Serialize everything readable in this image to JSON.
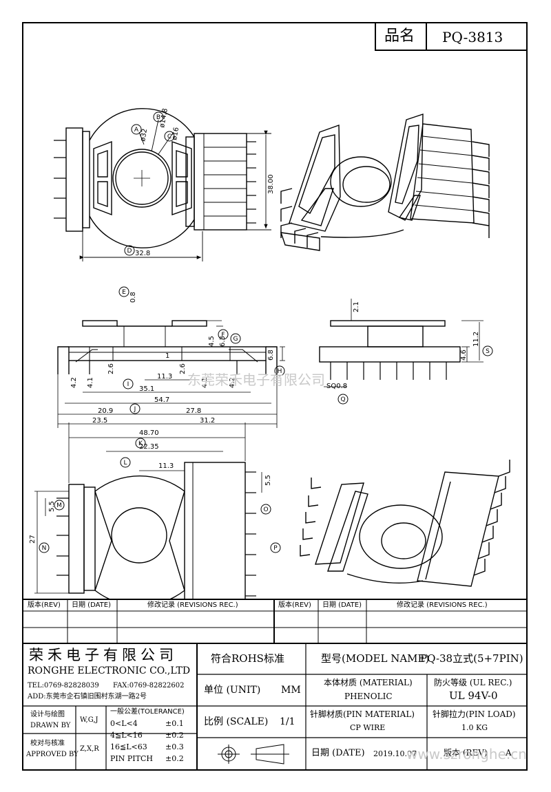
{
  "header": {
    "name_label": "品名",
    "part_number": "PQ-3813"
  },
  "callouts": {
    "A": "A",
    "B": "B",
    "C": "C",
    "D": "D",
    "E": "E",
    "F": "F",
    "G": "G",
    "H": "H",
    "I": "I",
    "J": "J",
    "K": "K",
    "L": "L",
    "M": "M",
    "N": "N",
    "O": "O",
    "P": "P",
    "Q": "Q",
    "S": "S"
  },
  "dims": {
    "phi32": "ø32",
    "phi14_8": "ø14.8",
    "phi16": "ø16",
    "w32_8": "32.8",
    "h38": "38.00",
    "d0_8": "0.8",
    "d4_5": "4.5",
    "d6_3": "6.3",
    "d2_6a": "2.6",
    "d2_6b": "2.6",
    "d1": "1",
    "d11_3a": "11.3",
    "d4_2a": "4.2",
    "d4_1a": "4.1",
    "d4_1b": "4.1",
    "d4_2b": "4.2",
    "d6_8": "6.8",
    "d35_1": "35.1",
    "d54_7": "54.7",
    "d20_9": "20.9",
    "d27_8": "27.8",
    "d23_5": "23.5",
    "d31_2": "31.2",
    "d2_1": "2.1",
    "d11_2": "11.2",
    "d4_6": "4.6",
    "sq0_8": "SQ0.8",
    "d48_70": "48.70",
    "d22_35": "22.35",
    "d11_3b": "11.3",
    "d5_5a": "5.5",
    "d5_5b": "5.5",
    "d27": "27"
  },
  "watermark": {
    "center": "东莞荣禾电子有限公司",
    "url": "www.szronghe.cn"
  },
  "revisions": {
    "col_rev": "版本(REV)",
    "col_date": "日期 (DATE)",
    "col_rec": "修改记录 (REVISIONS REC.)"
  },
  "company": {
    "cn": "荣禾电子有限公司",
    "en": "RONGHE ELECTRONIC CO.,LTD",
    "tel": "TEL:0769-82828039",
    "fax": "FAX:0769-82822602",
    "addr": "ADD:东莞市企石镇旧围村东湖一路2号"
  },
  "rohs": "符合ROHS标准",
  "model": {
    "label": "型号(MODEL NAME)",
    "value": "PQ-38立式(5+7PIN)"
  },
  "unit": {
    "label": "单位 (UNIT)",
    "value": "MM"
  },
  "scale": {
    "label": "比例 (SCALE)",
    "value": "1/1"
  },
  "material": {
    "label": "本体材质 (MATERIAL)",
    "value": "PHENOLIC"
  },
  "ul": {
    "label": "防火等级 (UL REC.)",
    "value": "UL 94V-0"
  },
  "pin_material": {
    "label": "针脚材质(PIN MATERIAL)",
    "value": "CP WIRE"
  },
  "pin_load": {
    "label": "针脚拉力(PIN LOAD)",
    "value": "1.0 KG"
  },
  "date": {
    "label": "日期 (DATE)",
    "value": "2019.10.07"
  },
  "version": {
    "label": "版本 (REV)",
    "value": "A"
  },
  "design": {
    "label1": "设计与绘图",
    "label2": "DRAWN BY",
    "value": "W,G,J"
  },
  "approve": {
    "label1": "校对与核准",
    "label2": "APPROVED BY",
    "value": "Z,X,R"
  },
  "tolerance": {
    "title": "一般公差(TOLERANCE)",
    "rows": [
      {
        "range": "0<L<4",
        "value": "±0.1"
      },
      {
        "range": "4≦L<16",
        "value": "±0.2"
      },
      {
        "range": "16≦L<63",
        "value": "±0.3"
      },
      {
        "range": "PIN PITCH",
        "value": "±0.2"
      }
    ]
  }
}
